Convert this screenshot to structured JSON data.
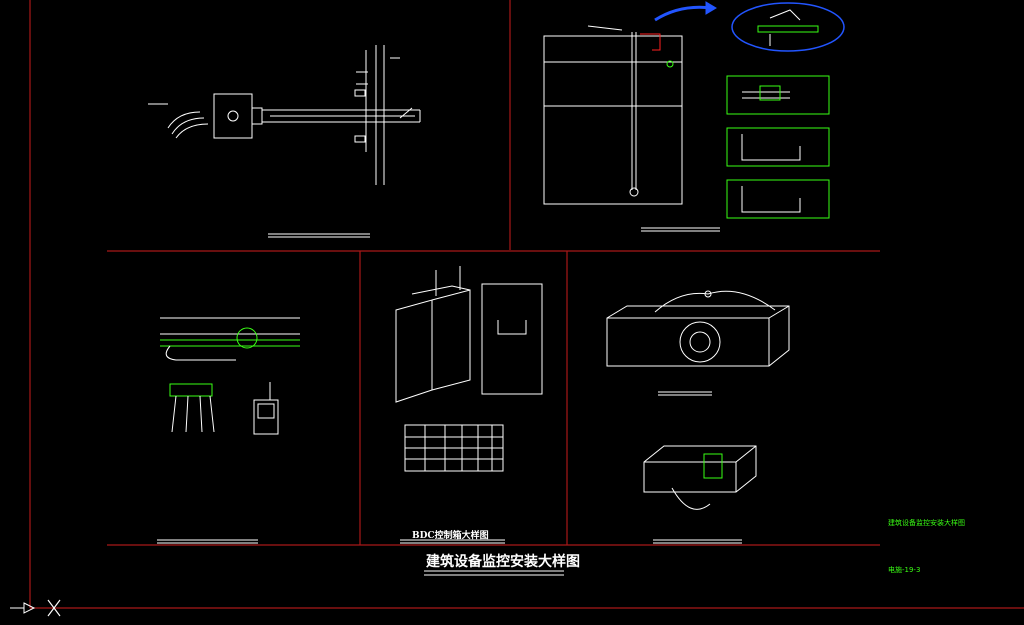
{
  "drawing": {
    "main_title": "建筑设备监控安装大样图",
    "panel_label_bdc": "BDC控制箱大样图",
    "title_block_name": "建筑设备监控安装大样图",
    "title_block_code": "电施-19-3"
  },
  "colors": {
    "background": "#000000",
    "frame_red": "#a81818",
    "line_white": "#ffffff",
    "line_green": "#39ff14",
    "line_red": "#ff2020",
    "arrow_blue": "#2255ff"
  },
  "icons": [
    "ucs-triangle-icon",
    "axis-x-icon"
  ]
}
